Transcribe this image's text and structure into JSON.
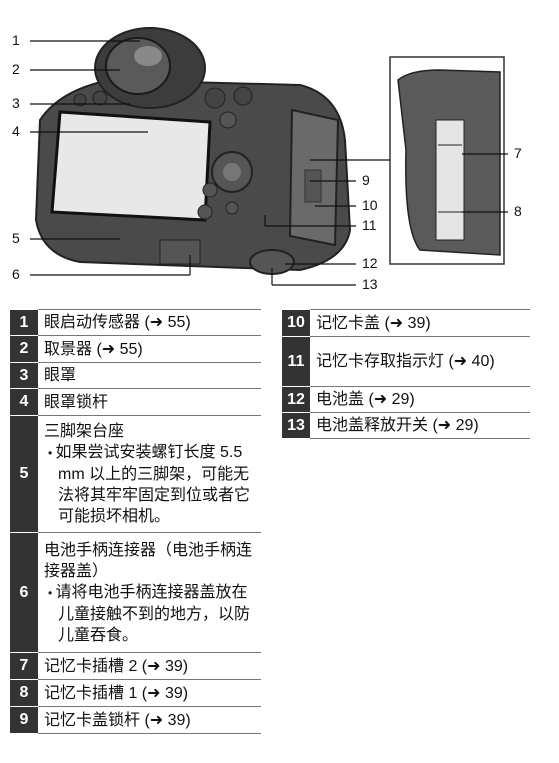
{
  "figure": {
    "callouts": [
      "1",
      "2",
      "3",
      "4",
      "5",
      "6",
      "7",
      "8",
      "9",
      "10",
      "11",
      "12",
      "13"
    ]
  },
  "left_items": [
    {
      "num": "1",
      "label": "眼启动传感器 (➜ 55)"
    },
    {
      "num": "2",
      "label": "取景器 (➜ 55)"
    },
    {
      "num": "3",
      "label": "眼罩"
    },
    {
      "num": "4",
      "label": "眼罩锁杆"
    },
    {
      "num": "5",
      "label": "三脚架台座",
      "note": "如果尝试安装螺钉长度 5.5 mm 以上的三脚架，可能无法将其牢牢固定到位或者它可能损坏相机。"
    },
    {
      "num": "6",
      "label": "电池手柄连接器（电池手柄连接器盖）",
      "note": "请将电池手柄连接器盖放在儿童接触不到的地方，以防儿童吞食。"
    },
    {
      "num": "7",
      "label": "记忆卡插槽 2 (➜ 39)"
    },
    {
      "num": "8",
      "label": "记忆卡插槽 1 (➜ 39)"
    },
    {
      "num": "9",
      "label": "记忆卡盖锁杆 (➜ 39)"
    }
  ],
  "right_items": [
    {
      "num": "10",
      "label": "记忆卡盖 (➜ 39)"
    },
    {
      "num": "11",
      "label": "记忆卡存取指示灯 (➜ 40)"
    },
    {
      "num": "12",
      "label": "电池盖 (➜ 29)"
    },
    {
      "num": "13",
      "label": "电池盖释放开关 (➜ 29)"
    }
  ]
}
